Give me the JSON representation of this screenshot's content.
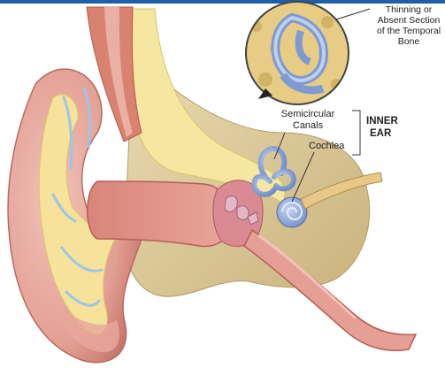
{
  "labels": {
    "callout_line1": "Thinning or",
    "callout_line2": "Absent Section",
    "callout_line3": "of the Temporal",
    "callout_line4": "Bone",
    "semicircular_line1": "Semicircular",
    "semicircular_line2": "Canals",
    "cochlea": "Cochlea",
    "inner_line1": "INNER",
    "inner_line2": "EAR"
  },
  "colors": {
    "top_bar": "#1f5fa8",
    "skin": "#e8a8a0",
    "skin_dark": "#c96b62",
    "fat": "#f6e7a0",
    "bone": "#d9c89a",
    "canal": "#e49a92",
    "labyrinth": "#8fa8d8",
    "cartilage_blue": "#9cc5e6"
  }
}
